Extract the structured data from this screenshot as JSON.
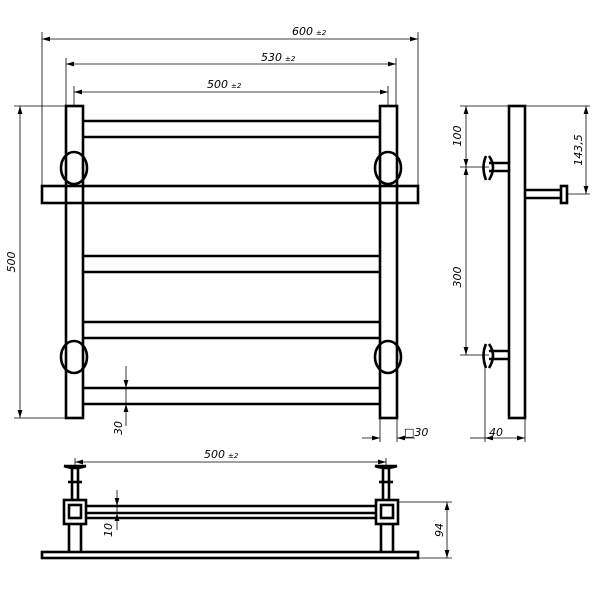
{
  "front_view": {
    "dim_overall_width": {
      "value": "600",
      "tol": "±2"
    },
    "dim_mount_width": {
      "value": "530",
      "tol": "±2"
    },
    "dim_rail_width": {
      "value": "500",
      "tol": "±2"
    },
    "dim_height": {
      "value": "500"
    },
    "dim_rail_gap": {
      "value": "30"
    },
    "dim_profile": {
      "value": "□30"
    }
  },
  "side_view": {
    "dim_top": {
      "value": "100"
    },
    "dim_shelf": {
      "value": "143,5"
    },
    "dim_mount_spacing": {
      "value": "300"
    },
    "dim_depth": {
      "value": "40"
    }
  },
  "top_view": {
    "dim_width": {
      "value": "500",
      "tol": "±2"
    },
    "dim_thickness": {
      "value": "10"
    },
    "dim_depth": {
      "value": "94"
    }
  }
}
